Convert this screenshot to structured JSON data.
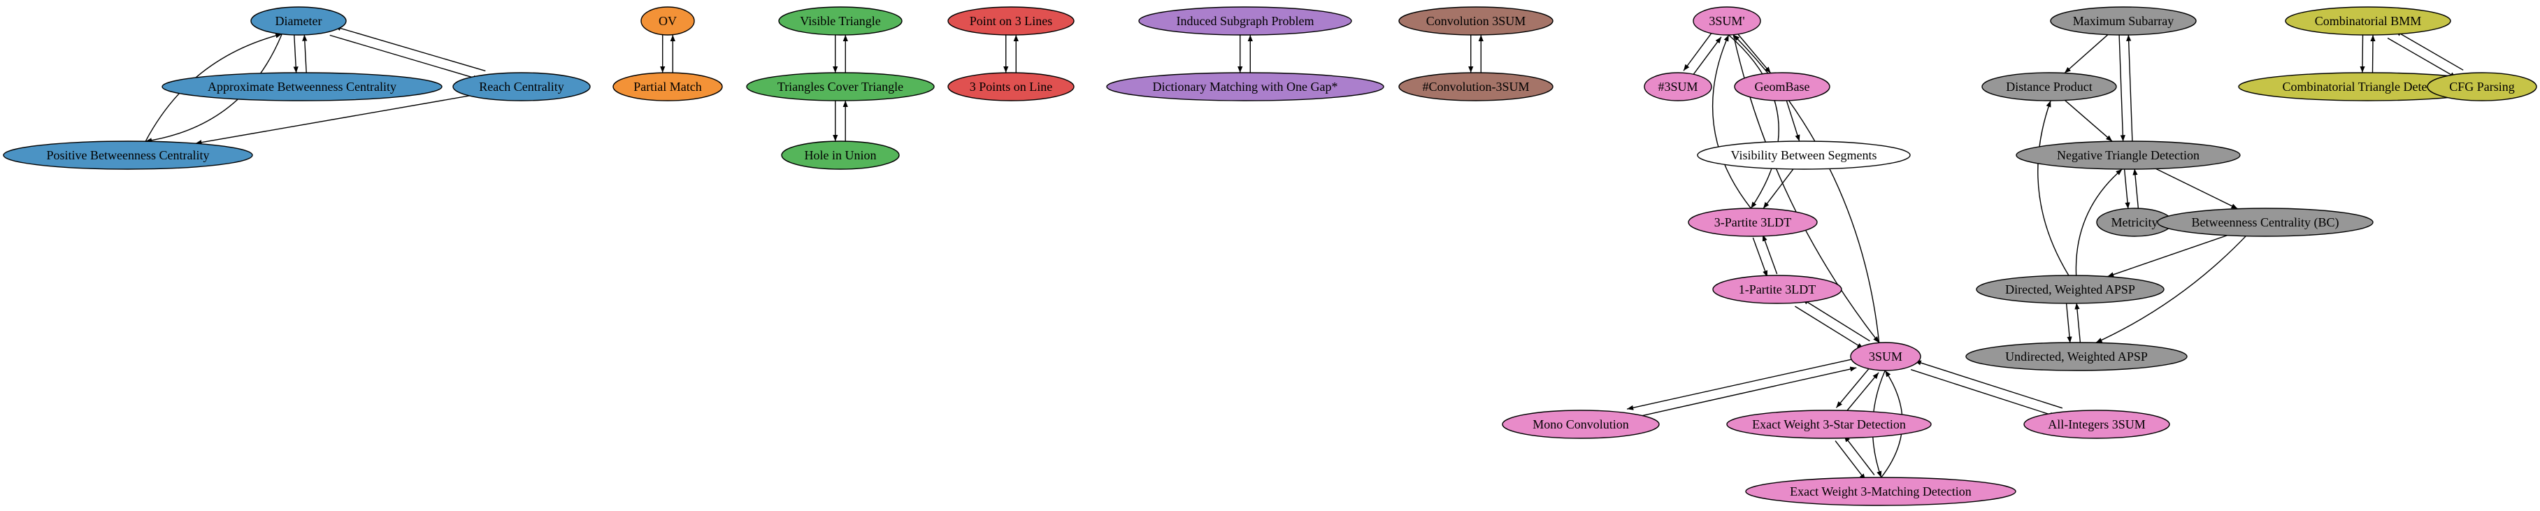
{
  "palette": {
    "blue": "#4b93c4",
    "orange": "#f39237",
    "green": "#55b55a",
    "red": "#e05150",
    "purple": "#ab7fcc",
    "brown": "#a57468",
    "pink": "#e88bc9",
    "white": "#ffffff",
    "gray": "#979797",
    "olive": "#c6c447"
  },
  "nodes": [
    {
      "id": "diameter",
      "label": "Diameter",
      "color": "blue"
    },
    {
      "id": "abc",
      "label": "Approximate Betweenness Centrality",
      "color": "blue"
    },
    {
      "id": "reach",
      "label": "Reach Centrality",
      "color": "blue"
    },
    {
      "id": "pbc",
      "label": "Positive Betweenness Centrality",
      "color": "blue"
    },
    {
      "id": "ov",
      "label": "OV",
      "color": "orange"
    },
    {
      "id": "pm",
      "label": "Partial Match",
      "color": "orange"
    },
    {
      "id": "vt",
      "label": "Visible Triangle",
      "color": "green"
    },
    {
      "id": "tct",
      "label": "Triangles Cover Triangle",
      "color": "green"
    },
    {
      "id": "hiu",
      "label": "Hole in Union",
      "color": "green"
    },
    {
      "id": "po3l",
      "label": "Point on 3 Lines",
      "color": "red"
    },
    {
      "id": "3pol",
      "label": "3 Points on Line",
      "color": "red"
    },
    {
      "id": "isp",
      "label": "Induced Subgraph Problem",
      "color": "purple"
    },
    {
      "id": "dm1g",
      "label": "Dictionary Matching with One Gap*",
      "color": "purple"
    },
    {
      "id": "c3sum",
      "label": "Convolution 3SUM",
      "color": "brown"
    },
    {
      "id": "hc3sum",
      "label": "#Convolution-3SUM",
      "color": "brown"
    },
    {
      "id": "3sumP",
      "label": "3SUM'",
      "color": "pink"
    },
    {
      "id": "h3sum",
      "label": "#3SUM",
      "color": "pink"
    },
    {
      "id": "geom",
      "label": "GeomBase",
      "color": "pink"
    },
    {
      "id": "vbs",
      "label": "Visibility Between Segments",
      "color": "white"
    },
    {
      "id": "3p3ldt",
      "label": "3-Partite 3LDT",
      "color": "pink"
    },
    {
      "id": "1p3ldt",
      "label": "1-Partite 3LDT",
      "color": "pink"
    },
    {
      "id": "3sum",
      "label": "3SUM",
      "color": "pink"
    },
    {
      "id": "mono",
      "label": "Mono Convolution",
      "color": "pink"
    },
    {
      "id": "ew3s",
      "label": "Exact Weight 3-Star Detection",
      "color": "pink"
    },
    {
      "id": "ai3sum",
      "label": "All-Integers 3SUM",
      "color": "pink"
    },
    {
      "id": "ew3m",
      "label": "Exact Weight 3-Matching Detection",
      "color": "pink"
    },
    {
      "id": "maxsub",
      "label": "Maximum Subarray",
      "color": "gray"
    },
    {
      "id": "dp",
      "label": "Distance Product",
      "color": "gray"
    },
    {
      "id": "ntd",
      "label": "Negative Triangle Detection",
      "color": "gray"
    },
    {
      "id": "metricity",
      "label": "Metricity",
      "color": "gray"
    },
    {
      "id": "bc",
      "label": "Betweenness Centrality (BC)",
      "color": "gray"
    },
    {
      "id": "dwapsp",
      "label": "Directed, Weighted APSP",
      "color": "gray"
    },
    {
      "id": "uwapsp",
      "label": "Undirected, Weighted APSP",
      "color": "gray"
    },
    {
      "id": "cbmm",
      "label": "Combinatorial BMM",
      "color": "olive"
    },
    {
      "id": "ctd",
      "label": "Combinatorial Triangle Detection",
      "color": "olive"
    },
    {
      "id": "cfg",
      "label": "CFG Parsing",
      "color": "olive"
    }
  ],
  "edges": [
    [
      "diameter",
      "abc"
    ],
    [
      "abc",
      "diameter"
    ],
    [
      "diameter",
      "reach"
    ],
    [
      "reach",
      "diameter"
    ],
    [
      "diameter",
      "pbc"
    ],
    [
      "pbc",
      "diameter"
    ],
    [
      "reach",
      "pbc"
    ],
    [
      "ov",
      "pm"
    ],
    [
      "pm",
      "ov"
    ],
    [
      "vt",
      "tct"
    ],
    [
      "tct",
      "vt"
    ],
    [
      "tct",
      "hiu"
    ],
    [
      "hiu",
      "tct"
    ],
    [
      "po3l",
      "3pol"
    ],
    [
      "3pol",
      "po3l"
    ],
    [
      "isp",
      "dm1g"
    ],
    [
      "dm1g",
      "isp"
    ],
    [
      "c3sum",
      "hc3sum"
    ],
    [
      "hc3sum",
      "c3sum"
    ],
    [
      "3sumP",
      "h3sum"
    ],
    [
      "h3sum",
      "3sumP"
    ],
    [
      "3sumP",
      "geom"
    ],
    [
      "geom",
      "vbs"
    ],
    [
      "vbs",
      "3p3ldt"
    ],
    [
      "3sumP",
      "3p3ldt"
    ],
    [
      "3p3ldt",
      "3sumP"
    ],
    [
      "3p3ldt",
      "1p3ldt"
    ],
    [
      "1p3ldt",
      "3p3ldt"
    ],
    [
      "1p3ldt",
      "3sum"
    ],
    [
      "3sum",
      "1p3ldt"
    ],
    [
      "3sumP",
      "3sum"
    ],
    [
      "3sum",
      "3sumP"
    ],
    [
      "3sum",
      "mono"
    ],
    [
      "mono",
      "3sum"
    ],
    [
      "3sum",
      "ew3s"
    ],
    [
      "ew3s",
      "3sum"
    ],
    [
      "3sum",
      "ai3sum"
    ],
    [
      "ai3sum",
      "3sum"
    ],
    [
      "3sum",
      "ew3m"
    ],
    [
      "ew3m",
      "3sum"
    ],
    [
      "ew3s",
      "ew3m"
    ],
    [
      "ew3m",
      "ew3s"
    ],
    [
      "maxsub",
      "dp"
    ],
    [
      "dp",
      "ntd"
    ],
    [
      "maxsub",
      "ntd"
    ],
    [
      "ntd",
      "maxsub"
    ],
    [
      "ntd",
      "metricity"
    ],
    [
      "metricity",
      "ntd"
    ],
    [
      "ntd",
      "bc"
    ],
    [
      "dwapsp",
      "dp"
    ],
    [
      "dwapsp",
      "ntd"
    ],
    [
      "bc",
      "dwapsp"
    ],
    [
      "bc",
      "uwapsp"
    ],
    [
      "dwapsp",
      "uwapsp"
    ],
    [
      "uwapsp",
      "dwapsp"
    ],
    [
      "cbmm",
      "ctd"
    ],
    [
      "ctd",
      "cbmm"
    ],
    [
      "cbmm",
      "cfg"
    ],
    [
      "cfg",
      "cbmm"
    ]
  ]
}
